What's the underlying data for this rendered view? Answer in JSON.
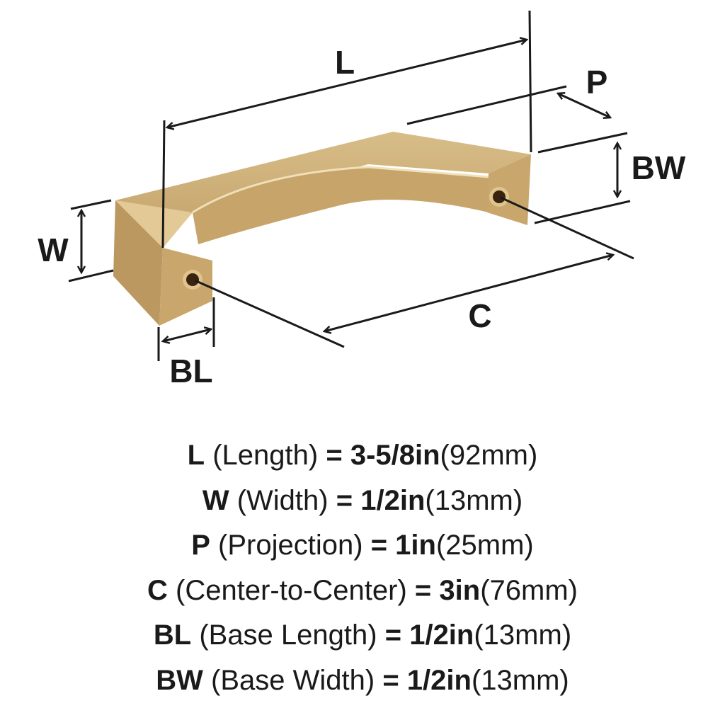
{
  "labels": {
    "L": "L",
    "P": "P",
    "BW": "BW",
    "W": "W",
    "BL": "BL",
    "C": "C"
  },
  "colors": {
    "brass": "#c9a66c",
    "brass_dark": "#a7834a",
    "brass_light": "#e2c996",
    "line": "#1a1a1a"
  },
  "specs": [
    {
      "code": "L",
      "name": "(Length)",
      "eq": "=",
      "imperial": "3-5/8in",
      "metric": "(92mm)"
    },
    {
      "code": "W",
      "name": "(Width)",
      "eq": "=",
      "imperial": "1/2in",
      "metric": "(13mm)"
    },
    {
      "code": "P",
      "name": "(Projection)",
      "eq": "=",
      "imperial": "1in",
      "metric": "(25mm)"
    },
    {
      "code": "C",
      "name": "(Center-to-Center)",
      "eq": "=",
      "imperial": "3in",
      "metric": "(76mm)"
    },
    {
      "code": "BL",
      "name": "(Base Length)",
      "eq": "=",
      "imperial": "1/2in",
      "metric": "(13mm)"
    },
    {
      "code": "BW",
      "name": "(Base Width)",
      "eq": "=",
      "imperial": "1/2in",
      "metric": "(13mm)"
    }
  ]
}
